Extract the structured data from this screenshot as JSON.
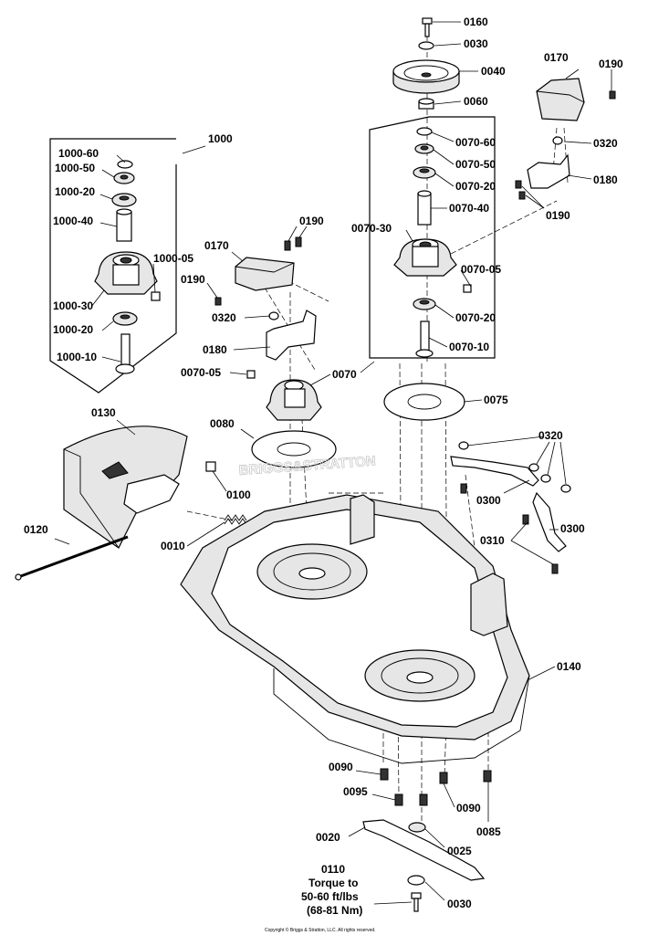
{
  "labels": {
    "p0160": "0160",
    "p0030_top": "0030",
    "p0040": "0040",
    "p0170_right": "0170",
    "p0190_right": "0190",
    "p0060": "0060",
    "p1000": "1000",
    "p0070_60": "0070-60",
    "p0320_right": "0320",
    "p1000_60": "1000-60",
    "p0070_50": "0070-50",
    "p1000_50": "1000-50",
    "p0180_right": "0180",
    "p1000_20_top": "1000-20",
    "p0070_20_top": "0070-20",
    "p0070_40": "0070-40",
    "p0190_right2": "0190",
    "p1000_40": "1000-40",
    "p0190_mid": "0190",
    "p0070_30": "0070-30",
    "p0170_mid": "0170",
    "p1000_05": "1000-05",
    "p0070_05_right": "0070-05",
    "p0190_left": "0190",
    "p1000_30": "1000-30",
    "p0320_mid": "0320",
    "p0070_20_bot": "0070-20",
    "p1000_20_bot": "1000-20",
    "p0070_10": "0070-10",
    "p0180_mid": "0180",
    "p1000_10": "1000-10",
    "p0070_05_left": "0070-05",
    "p0070": "0070",
    "p0075": "0075",
    "p0130": "0130",
    "p0080": "0080",
    "p0320_bot": "0320",
    "p0100": "0100",
    "p0300_a": "0300",
    "p0300_b": "0300",
    "p0120": "0120",
    "p0310": "0310",
    "p0010": "0010",
    "p0140": "0140",
    "p0090_a": "0090",
    "p0095": "0095",
    "p0090_b": "0090",
    "p0085": "0085",
    "p0020": "0020",
    "p0025": "0025",
    "p0110": "0110",
    "p0030_bot": "0030"
  },
  "torque_note": [
    "Torque to",
    "50-60 ft/lbs",
    "(68-81 Nm)"
  ],
  "watermark": "BRIGGS&STRATTON",
  "copyright": "Copyright © Briggs & Stratton, LLC. All rights reserved."
}
